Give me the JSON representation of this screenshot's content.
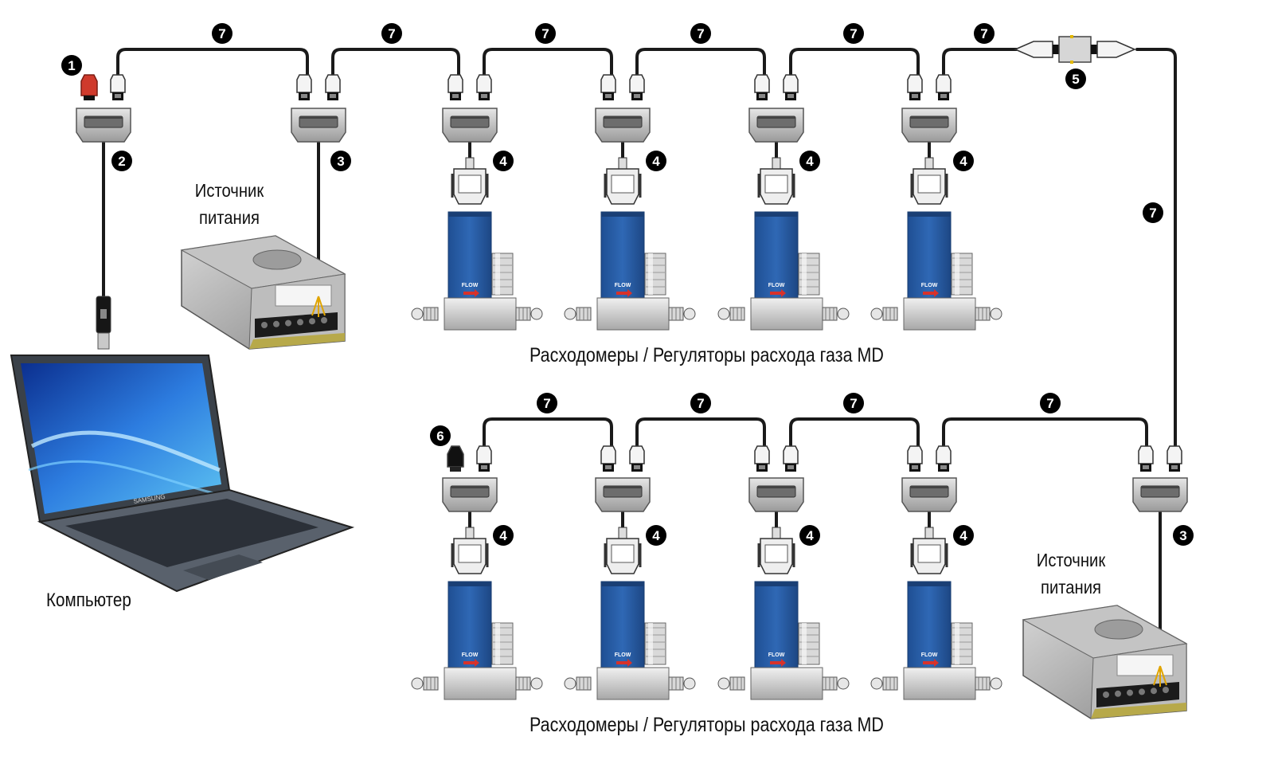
{
  "labels": {
    "power_supply_1": [
      "Источник",
      "питания"
    ],
    "power_supply_2": [
      "Источник",
      "питания"
    ],
    "computer": "Компьютер",
    "row_caption_top": "Расходомеры / Регуляторы расхода газа MD",
    "row_caption_bottom": "Расходомеры / Регуляторы расхода газа MD",
    "laptop_brand": "SAMSUNG",
    "flow_label": "FLOW"
  },
  "markers": [
    {
      "id": "m1",
      "text": "1",
      "target": "usb-adapter-red-plug"
    },
    {
      "id": "m2",
      "text": "2",
      "target": "usb-cable"
    },
    {
      "id": "m3a",
      "text": "3",
      "target": "power-cable-top"
    },
    {
      "id": "m3b",
      "text": "3",
      "target": "power-cable-bottom"
    },
    {
      "id": "m4",
      "text": "4",
      "target": "db9-connector"
    },
    {
      "id": "m5",
      "text": "5",
      "target": "inline-coupler"
    },
    {
      "id": "m6",
      "text": "6",
      "target": "terminator-black-plug"
    },
    {
      "id": "m7",
      "text": "7",
      "target": "bus-cable"
    }
  ],
  "colors": {
    "device_blue": "#2a5fa8",
    "marker_bg": "#000000",
    "red_plug": "#cf3a2c",
    "cable": "#1a1a1a"
  }
}
